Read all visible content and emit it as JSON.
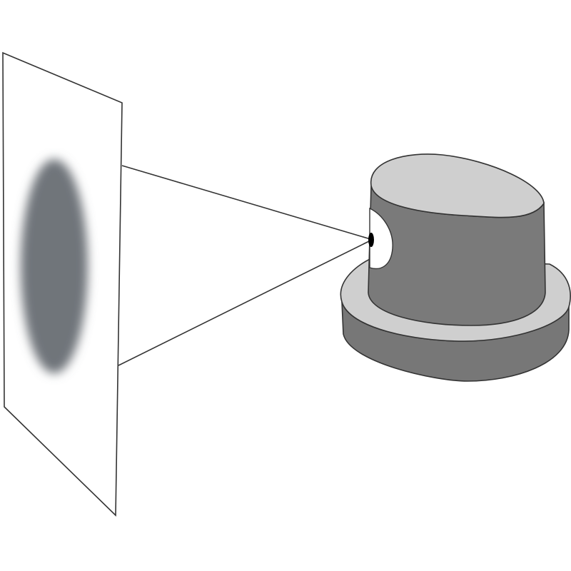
{
  "diagram": {
    "description_visible_text": [],
    "colors": {
      "background": "#ffffff",
      "outline": "#333333",
      "screen_fill": "#ffffff",
      "spray_pattern": "#6f747a",
      "cap_top": "#cfcfcf",
      "cap_side": "#7a7a7a",
      "base_top": "#cfcfcf",
      "base_side": "#777777",
      "nozzle_opening": "#ffffff",
      "nozzle_orifice": "#000000"
    },
    "elements": {
      "screen": "target-panel",
      "spray_pattern": "elliptical-spray-mark",
      "spray_cone": "spray-cone-lines",
      "nozzle_cap": "spray-cap-nozzle",
      "cap_base": "cap-base-ring"
    }
  }
}
